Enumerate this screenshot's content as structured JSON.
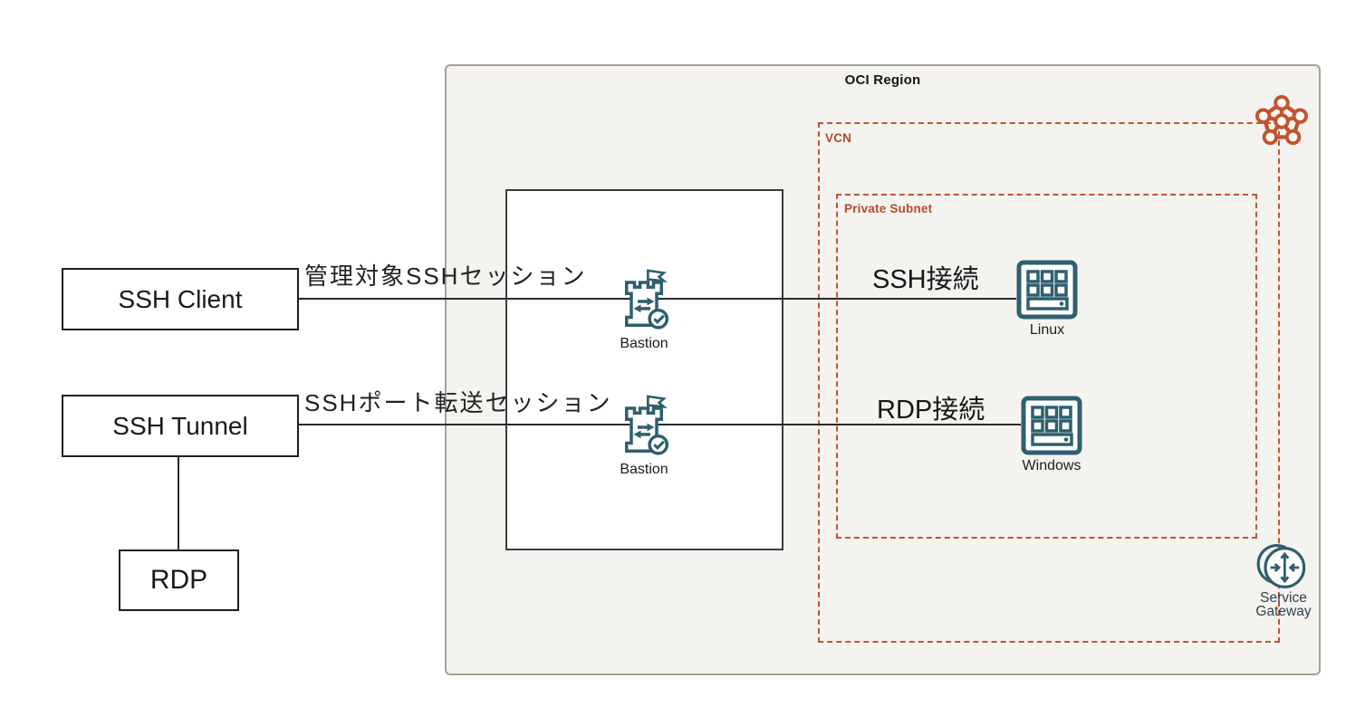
{
  "region": {
    "title": "OCI Region"
  },
  "vcn": {
    "label": "VCN"
  },
  "private_subnet": {
    "label": "Private Subnet"
  },
  "nodes": {
    "ssh_client": {
      "label": "SSH Client"
    },
    "ssh_tunnel": {
      "label": "SSH Tunnel"
    },
    "rdp": {
      "label": "RDP"
    }
  },
  "sessions": {
    "managed_ssh": "管理対象SSHセッション",
    "port_forward": "SSHポート転送セッション"
  },
  "bastions": {
    "top": {
      "label": "Bastion"
    },
    "bottom": {
      "label": "Bastion"
    }
  },
  "servers": {
    "linux": {
      "connection": "SSH接続",
      "label": "Linux"
    },
    "windows": {
      "connection": "RDP接続",
      "label": "Windows"
    }
  },
  "service_gateway": {
    "line1": "Service",
    "line2": "Gateway"
  },
  "icons": {
    "vcn": "vcn-network-icon",
    "bastion": "bastion-castle-icon",
    "compute": "compute-server-icon",
    "service_gateway": "service-gateway-icon"
  },
  "colors": {
    "accent_orange": "#c2542e",
    "orange_text": "#b54c2a",
    "teal": "#2e5f6e",
    "region_fill": "#f4f3f0",
    "region_border": "#a8a294",
    "line": "#2b2b2b"
  }
}
